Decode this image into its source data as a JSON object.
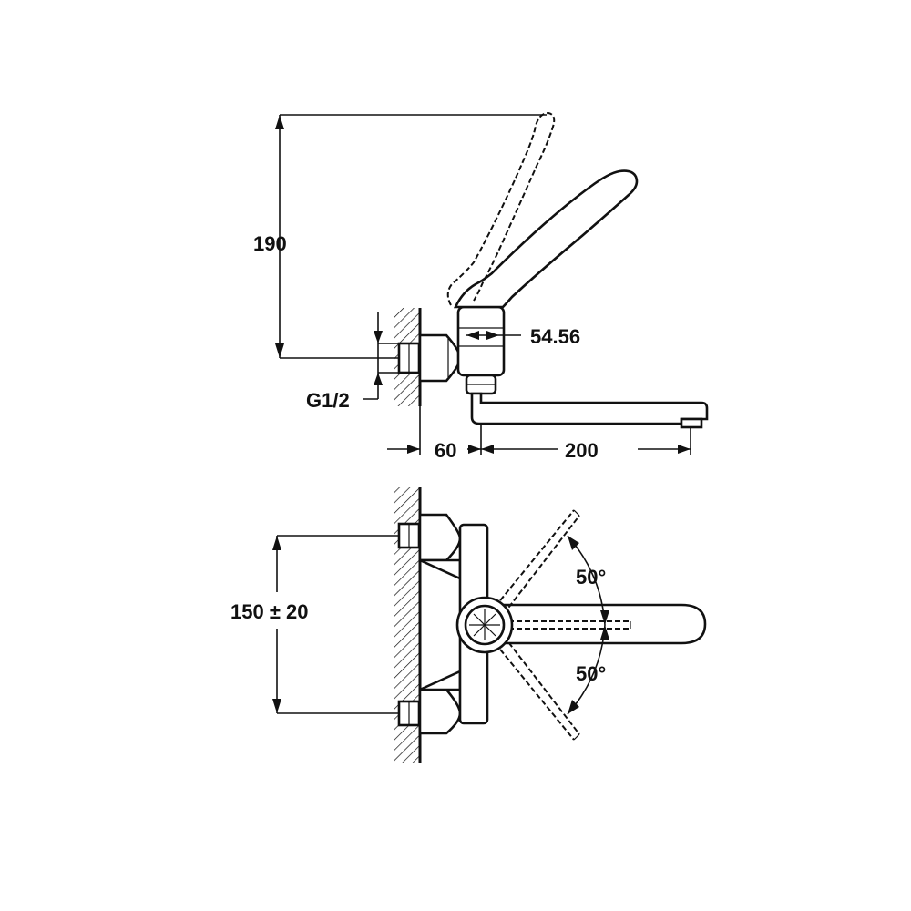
{
  "drawing": {
    "dimensions": {
      "handle_height": "190",
      "body_width": "54.56",
      "connection": "G1/2",
      "wall_offset": "60",
      "spout_length": "200",
      "center_distance": "150 ± 20",
      "angle_upper": "50°",
      "angle_lower": "50°"
    }
  }
}
